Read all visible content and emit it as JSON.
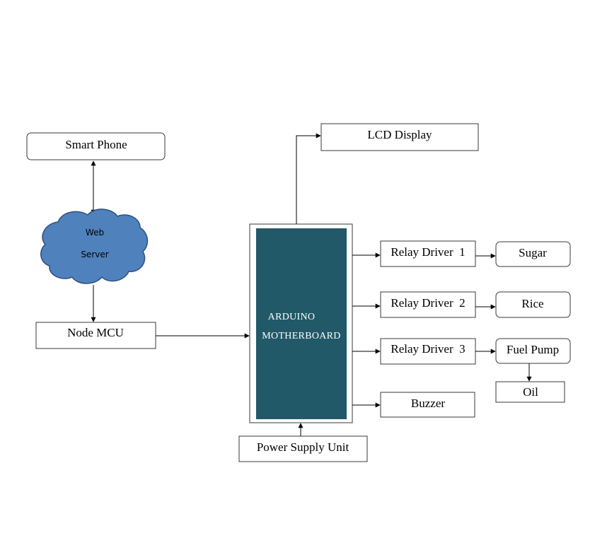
{
  "nodes": {
    "smart_phone": "Smart Phone",
    "web_server_line1": "Web",
    "web_server_line2": "Server",
    "node_mcu": "Node MCU",
    "arduino_line1": "ARDUINO",
    "arduino_line2": "MOTHERBOARD",
    "lcd_display": "LCD Display",
    "relay_driver_1": "Relay Driver  1",
    "relay_driver_2": "Relay Driver  2",
    "relay_driver_3": "Relay Driver  3",
    "buzzer": "Buzzer",
    "sugar": "Sugar",
    "rice": "Rice",
    "fuel_pump": "Fuel Pump",
    "oil": "Oil",
    "power_supply": "Power Supply Unit"
  },
  "colors": {
    "cloud_fill": "#4f81bd",
    "cloud_stroke": "#2f4f7f",
    "arduino_fill": "#215968"
  }
}
